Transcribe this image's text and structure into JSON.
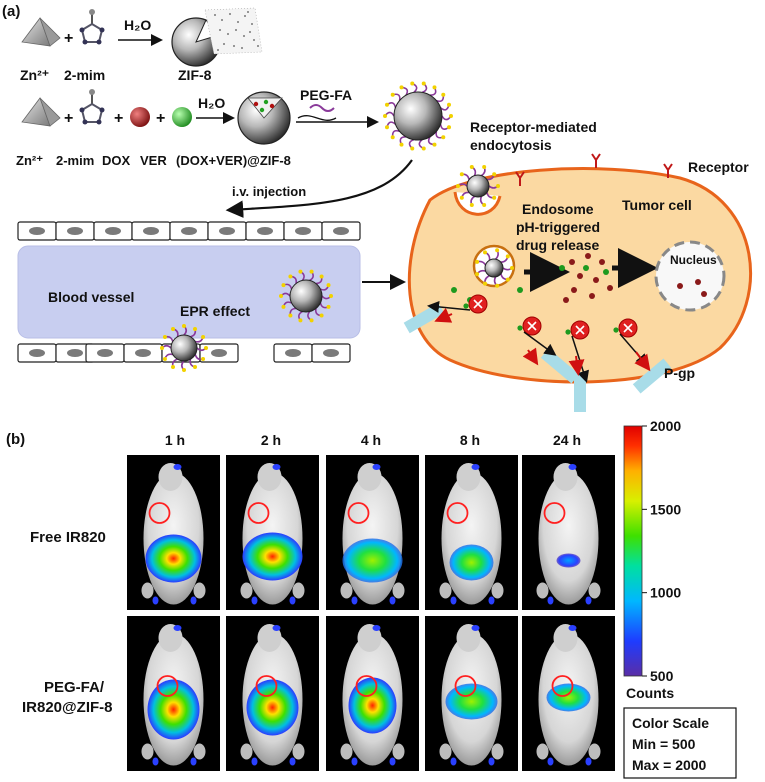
{
  "panel_a": {
    "tag": "(a)",
    "water1": "H₂O",
    "water2": "H₂O",
    "zn": "Zn²⁺",
    "mim": "2-mim",
    "zif8": "ZIF-8",
    "zn2": "Zn²⁺",
    "mim2": "2-mim",
    "dox": "DOX",
    "ver": "VER",
    "doxver": "(DOX+VER)@ZIF-8",
    "pegfa": "PEG-FA",
    "receptor_mediated_1": "Receptor-mediated",
    "receptor_mediated_2": "endocytosis",
    "receptor": "Receptor",
    "iv": "i.v. injection",
    "tumor_cell": "Tumor cell",
    "endosome": "Endosome",
    "ph1": "pH-triggered",
    "ph2": "drug release",
    "nucleus": "Nucleus",
    "blood_vessel": "Blood vessel",
    "epr": "EPR effect",
    "pgp": "P-gp"
  },
  "panel_b": {
    "tag": "(b)",
    "times": [
      "1 h",
      "2 h",
      "4 h",
      "8 h",
      "24 h"
    ],
    "row1": "Free IR820",
    "row2_line1": "PEG-FA/",
    "row2_line2": "IR820@ZIF-8",
    "colorbar": {
      "ticks": [
        "2000",
        "1500",
        "1000",
        "500"
      ],
      "counts": "Counts",
      "box_title": "Color Scale",
      "box_min": "Min = 500",
      "box_max": "Max = 2000",
      "colors": [
        "#5a2ea6",
        "#1e3cff",
        "#00b7ff",
        "#00e0a0",
        "#3ee000",
        "#d8f000",
        "#ffb000",
        "#ff3000",
        "#e00000"
      ]
    }
  }
}
